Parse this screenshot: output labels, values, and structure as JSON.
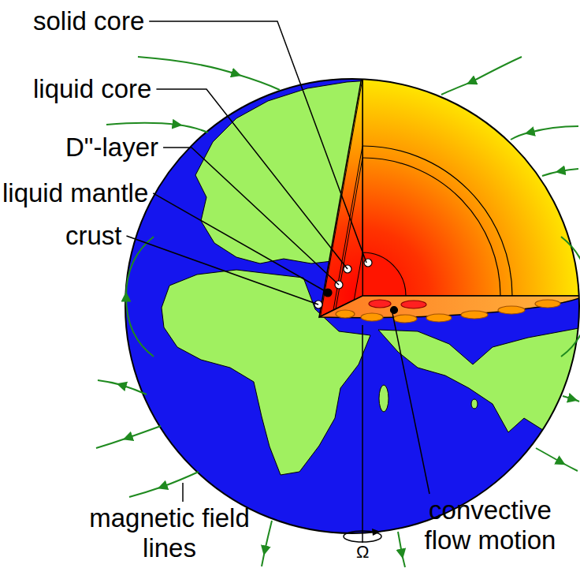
{
  "diagram": {
    "labels": [
      "solid core",
      "liquid core",
      "D\"-layer",
      "liquid mantle",
      "crust",
      "magnetic field lines",
      "convective flow motion",
      "Ω"
    ]
  }
}
